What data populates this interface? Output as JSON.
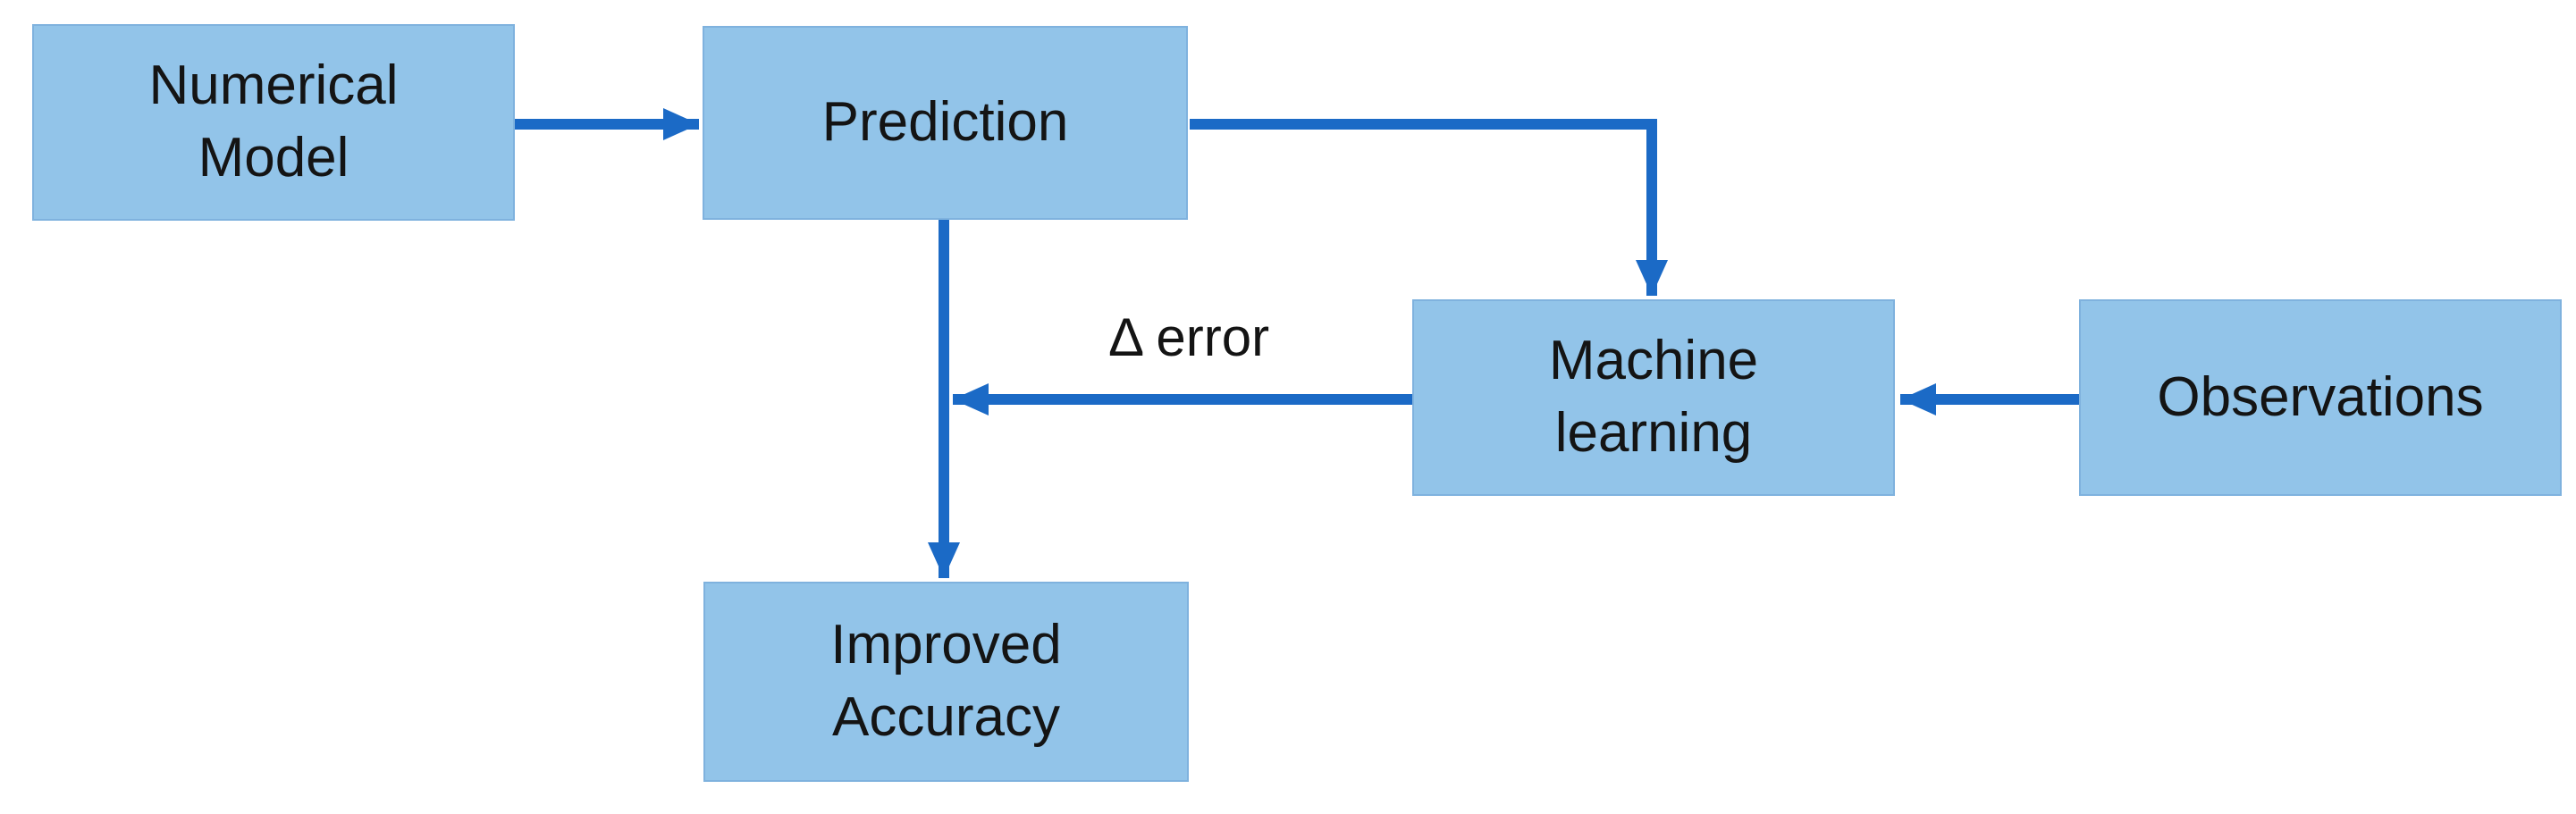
{
  "diagram": {
    "nodes": [
      {
        "id": "numerical-model",
        "label": "Numerical Model",
        "lines": [
          "Numerical",
          "Model"
        ]
      },
      {
        "id": "prediction",
        "label": "Prediction",
        "lines": [
          "Prediction"
        ]
      },
      {
        "id": "machine-learning",
        "label": "Machine learning",
        "lines": [
          "Machine",
          "learning"
        ]
      },
      {
        "id": "observations",
        "label": "Observations",
        "lines": [
          "Observations"
        ]
      },
      {
        "id": "improved-accuracy",
        "label": "Improved Accuracy",
        "lines": [
          "Improved",
          "Accuracy"
        ]
      }
    ],
    "edges": [
      {
        "from": "numerical-model",
        "to": "prediction",
        "label": ""
      },
      {
        "from": "prediction",
        "to": "machine-learning",
        "label": ""
      },
      {
        "from": "observations",
        "to": "machine-learning",
        "label": ""
      },
      {
        "from": "machine-learning",
        "to": "prediction-to-improved-accuracy-line",
        "label": "Δ error"
      },
      {
        "from": "prediction",
        "to": "improved-accuracy",
        "label": ""
      }
    ]
  },
  "colors": {
    "node-fill": "#92C4E9",
    "node-border": "#7FB2DE",
    "arrow": "#1B6AC6",
    "text": "#141414",
    "background": "#FFFFFF"
  }
}
